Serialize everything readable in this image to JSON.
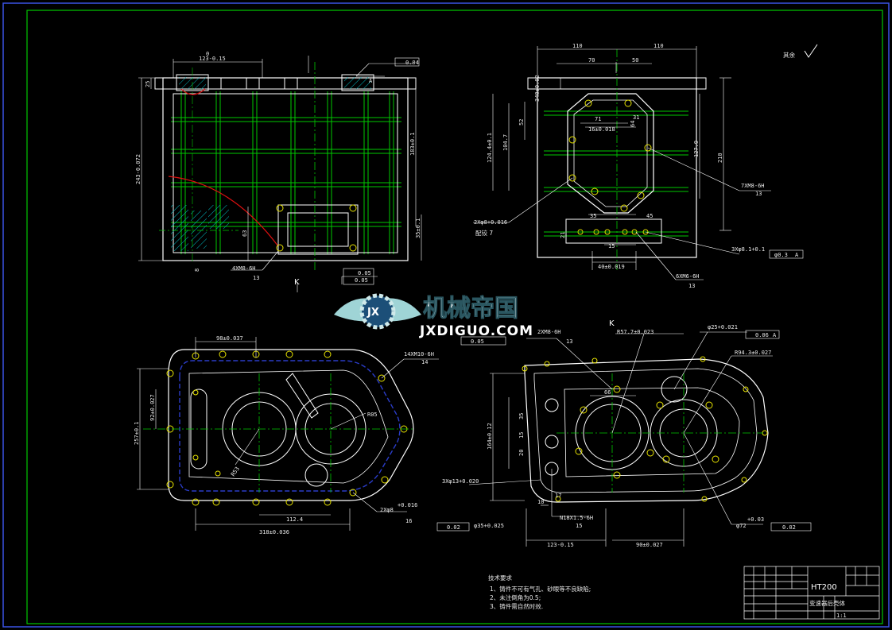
{
  "drawing": {
    "roughness": "其余",
    "view_k_top": "K",
    "view_k_bottom": "K",
    "top_left": {
      "dim_top": "123-0.15",
      "dim_top_tol": "0",
      "dim_left_vert": "243-0.072",
      "dim_right_vert": "183±0.1",
      "dim_63": "63",
      "dim_25": "25",
      "dim_35": "35±0.1",
      "dim_8": "8",
      "thread_callout": "4XM8-6H",
      "thread_depth": "13",
      "tol_flat": "0.04",
      "tol_flat2": "0.05",
      "tol_par": "0.05",
      "datum_a": "A"
    },
    "top_right": {
      "dim_110a": "110",
      "dim_110b": "110",
      "dim_70": "70",
      "dim_50": "50",
      "dim_340": "340±0.02",
      "dim_52": "52",
      "dim_71": "71",
      "dim_31": "31",
      "dim_16": "16±0.018",
      "dim_64": "64",
      "dim_1047": "104.7",
      "dim_1244": "124.4±0.1",
      "dim_1279": "127.9",
      "dim_210": "210",
      "dim_35": "35",
      "dim_45": "45",
      "dim_15": "15",
      "dim_21": "21",
      "dim_40": "40±0.019",
      "thread_7x": "7XM8-6H",
      "thread_7x_depth": "13",
      "thread_6x": "6XM6-6H",
      "thread_6x_depth": "13",
      "hole_2x": "2Xφ8+0.016",
      "hole_2x_sub": "配铰 7",
      "hole_3x": "3Xφ8.1+0.1",
      "pos_tol": "φ0.3",
      "datum_a": "A"
    },
    "bottom_left": {
      "dim_98": "98±0.037",
      "dim_92": "92±0.027",
      "dim_257": "257±0.1",
      "dim_r05": "R05",
      "dim_r53": "R53",
      "thread_14x": "14XM10-6H",
      "thread_14x_depth": "14",
      "dim_1124": "112.4",
      "dim_318": "318±0.036",
      "hole_2x": "2Xφ8",
      "hole_2x_tol": "+0.016",
      "hole_2x_depth": "16"
    },
    "bottom_right": {
      "thread_2x": "2XM8-6H",
      "thread_2x_depth": "13",
      "tol_box": "0.05",
      "dim_r577": "R57.7±0.023",
      "dim_phi25": "φ25+0.021",
      "tol_006": "0.06",
      "dim_r943": "R94.3±0.027",
      "dim_66": "66",
      "dim_35": "35",
      "dim_15": "15",
      "dim_20": "20",
      "dim_164": "164±0.12",
      "hole_3x": "3Xφ13+0.020",
      "dim_10": "10",
      "dim_17": "17",
      "thread_n18": "N18X1.5-6H",
      "thread_n18_depth": "15",
      "tol_002a": "0.02",
      "dim_phi35": "φ35+0.025",
      "dim_123": "123-0.15",
      "dim_90": "90±0.027",
      "dim_phi72": "φ72",
      "dim_phi72_tol": "+0.03",
      "tol_002b": "0.02",
      "datum_a": "A"
    },
    "notes": {
      "heading": "技术要求",
      "items": [
        "1、铸件不可有气孔、砂眼等不良缺陷;",
        "2、未注倒角为0.5;",
        "3、铸件需自然时效."
      ]
    },
    "title_block": {
      "material": "HT200",
      "part_name": "变速器后壳体",
      "scale": "1:1"
    }
  },
  "watermark": {
    "name": "机械帝国",
    "site": "JXDIGUO.COM",
    "logo_letters": "JX"
  },
  "colors": {
    "background": "#000000",
    "frame_outer": "#3b52e6",
    "frame_inner": "#00c800",
    "outline": "#ffffff",
    "centerline": "#1fa11f",
    "hidden": "#2a3cc8",
    "section": "#e01010",
    "hatch": "#00b8c0",
    "holes": "#e8e400",
    "watermark_fill": "#d8f2f2"
  }
}
